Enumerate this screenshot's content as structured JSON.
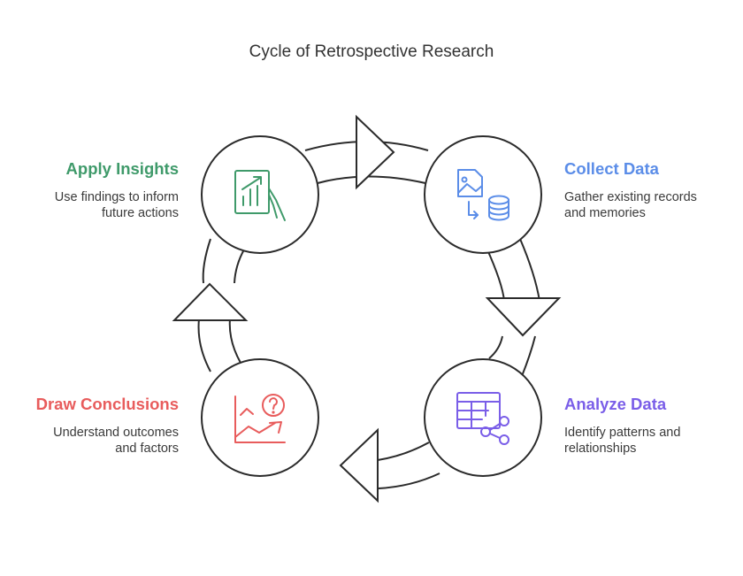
{
  "title": "Cycle of Retrospective Research",
  "stages": [
    {
      "title": "Collect Data",
      "description_line1": "Gather existing records",
      "description_line2": "and memories",
      "color": "#5b8de8",
      "icon": "image-to-database-icon"
    },
    {
      "title": "Analyze Data",
      "description_line1": "Identify patterns and",
      "description_line2": "relationships",
      "color": "#7a5ee8",
      "icon": "table-share-icon"
    },
    {
      "title": "Draw Conclusions",
      "description_line1": "Understand outcomes",
      "description_line2": "and factors",
      "color": "#e85c5c",
      "icon": "chart-question-icon"
    },
    {
      "title": "Apply Insights",
      "description_line1": "Use findings to inform",
      "description_line2": "future actions",
      "color": "#3f9a6a",
      "icon": "chart-hand-icon"
    }
  ]
}
